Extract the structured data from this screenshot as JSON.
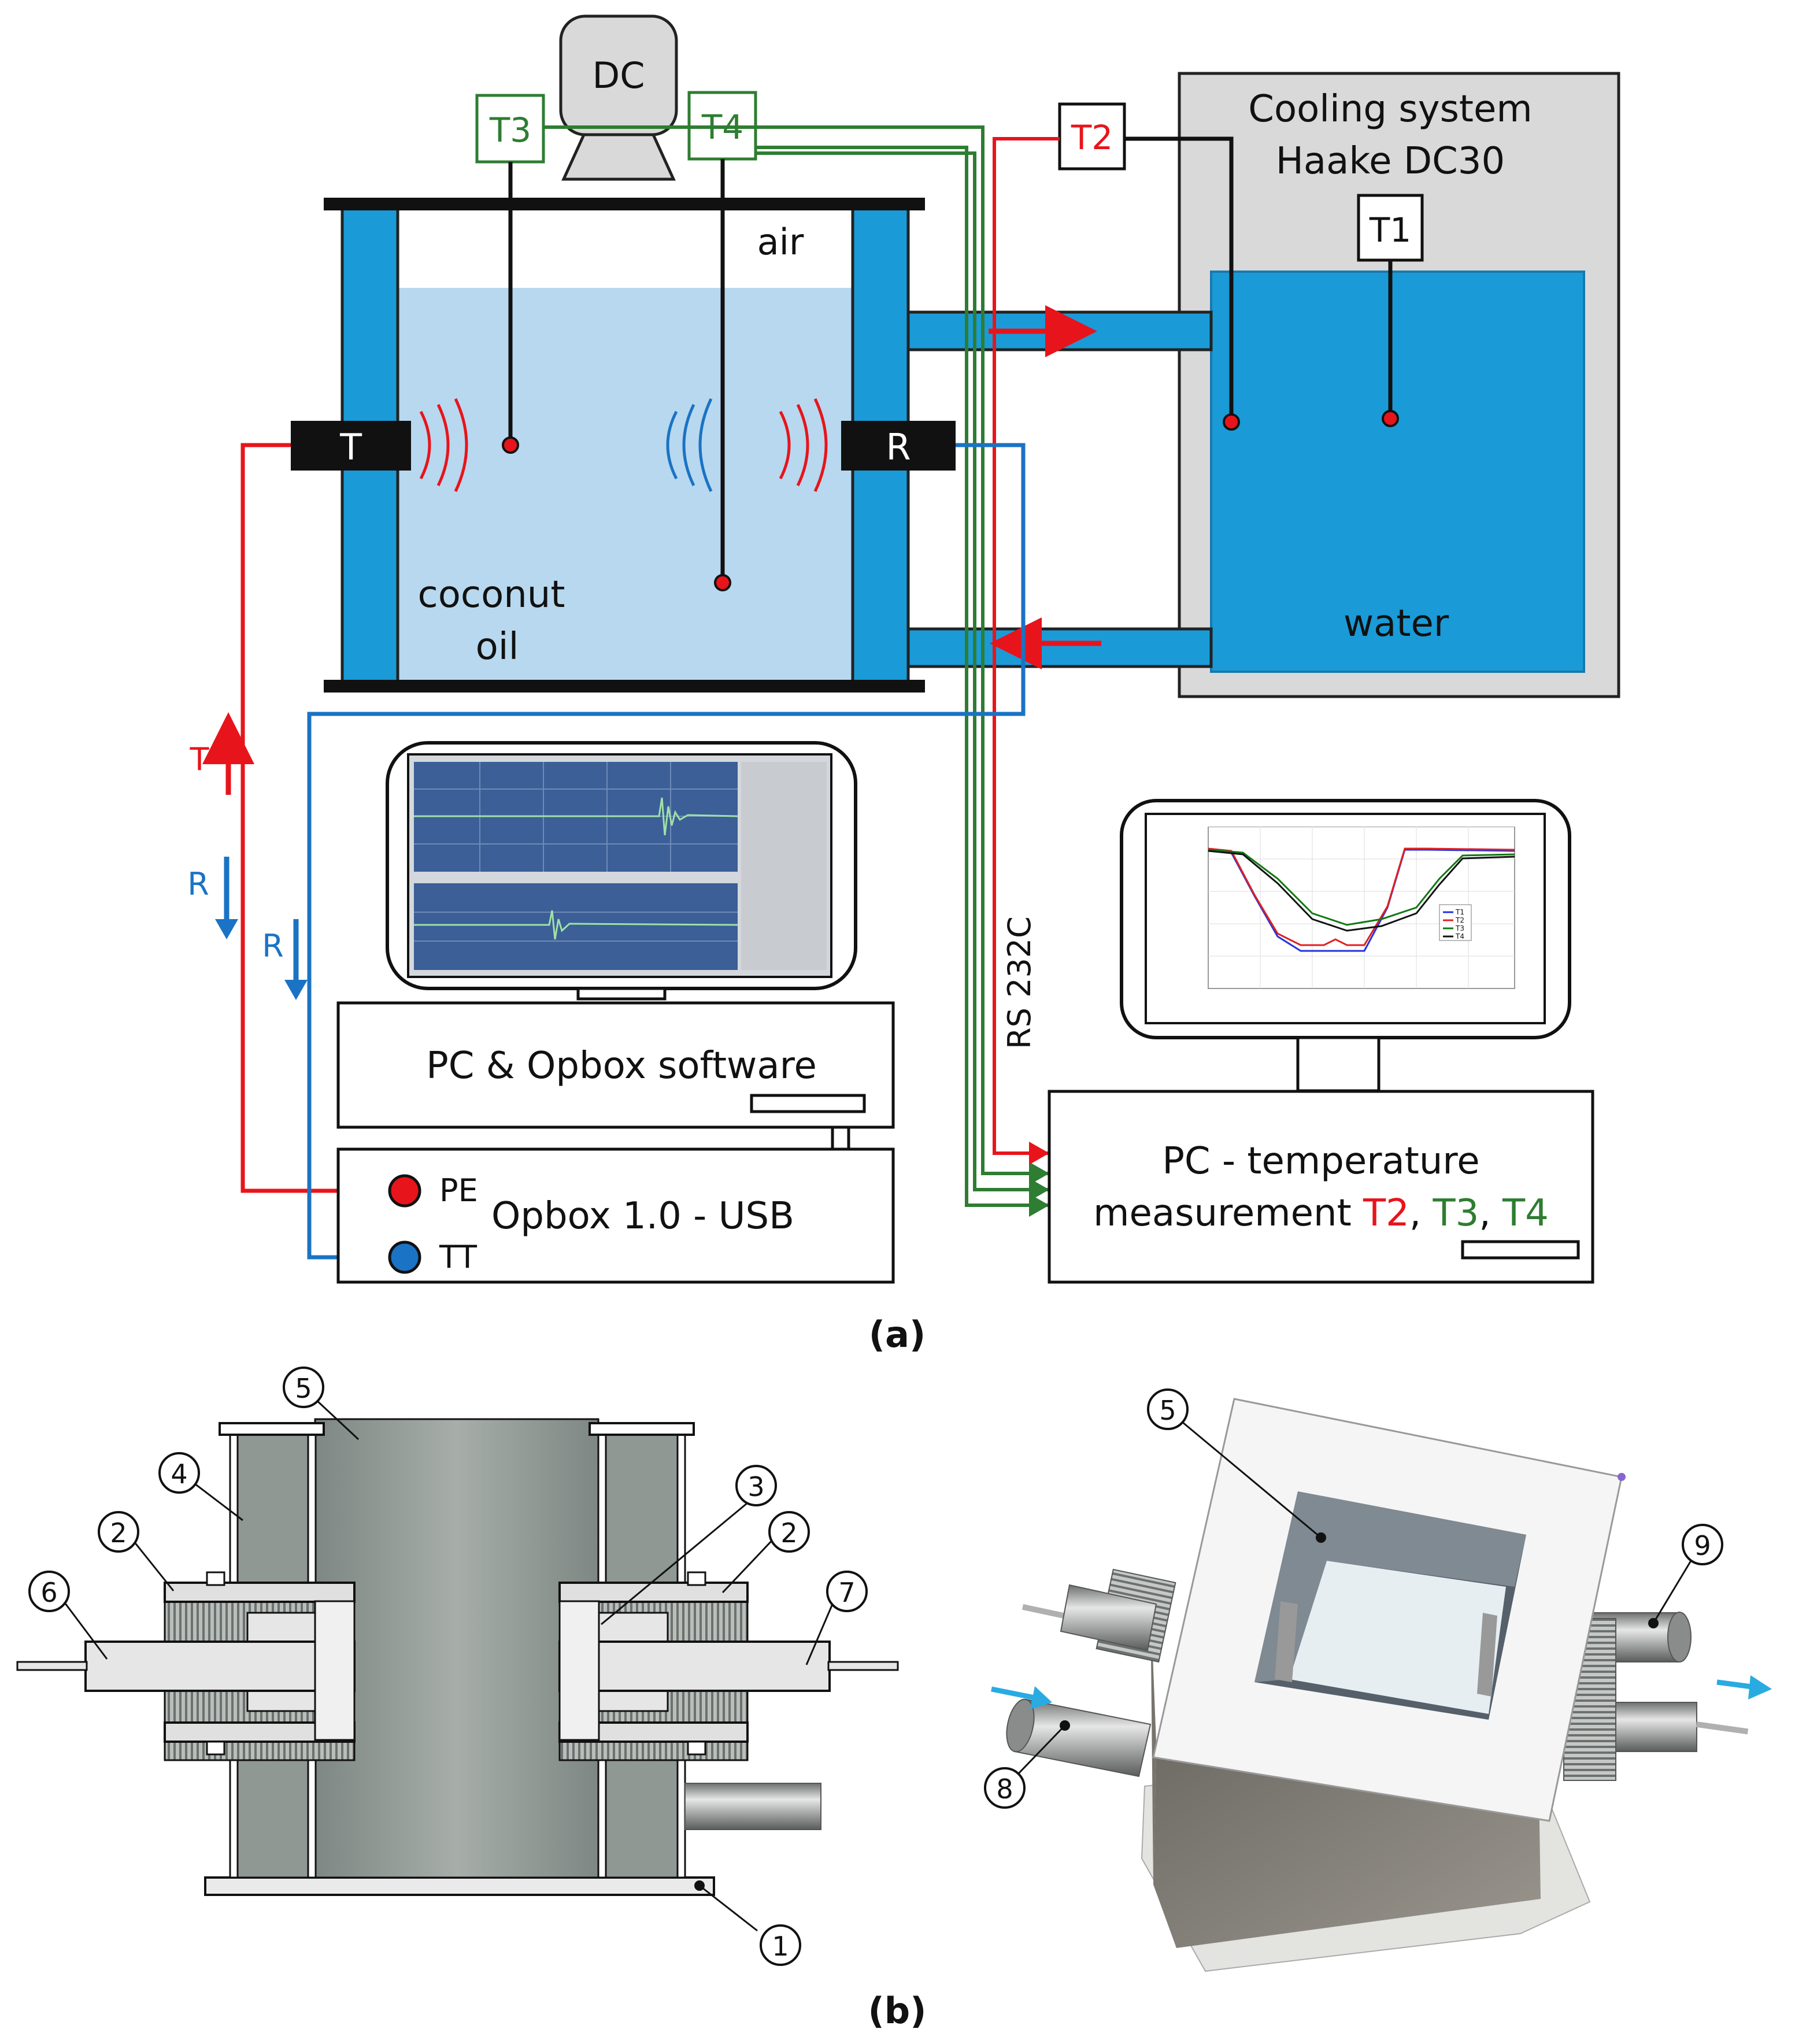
{
  "colors": {
    "red": "#e8141b",
    "blue": "#1a73c4",
    "green": "#2e7d32",
    "tank_blue": "#1a9bd7",
    "oil": "#b7d8ef",
    "cooler_gray": "#d9d9d9",
    "steel": "#8f9893"
  },
  "part_a": {
    "caption": "(a)",
    "dc_label": "DC",
    "t3": "T3",
    "t4": "T4",
    "t2": "T2",
    "t1": "T1",
    "air": "air",
    "oil_line1": "coconut",
    "oil_line2": "oil",
    "transmitter": "T",
    "receiver": "R",
    "cooling_line1": "Cooling system",
    "cooling_line2": "Haake DC30",
    "water": "water",
    "rs232": "RS 232C",
    "signal_t": "T",
    "signal_r1": "R",
    "signal_r2": "R",
    "pc_opbox": "PC & Opbox software",
    "opbox_usb": "Opbox 1.0 - USB",
    "pe": "PE",
    "tt": "TT",
    "pc_temp_line1": "PC - temperature",
    "pc_temp_prefix": "measurement ",
    "pc_temp_t2": "T2",
    "pc_temp_sep1": ", ",
    "pc_temp_t3": "T3",
    "pc_temp_sep2": ", ",
    "pc_temp_t4": "T4",
    "mini_chart_legend": [
      "T1",
      "T2",
      "T3",
      "T4"
    ]
  },
  "part_b": {
    "caption": "(b)",
    "callouts": [
      "1",
      "2",
      "3",
      "4",
      "5",
      "6",
      "7",
      "2",
      "5",
      "8",
      "9"
    ]
  }
}
